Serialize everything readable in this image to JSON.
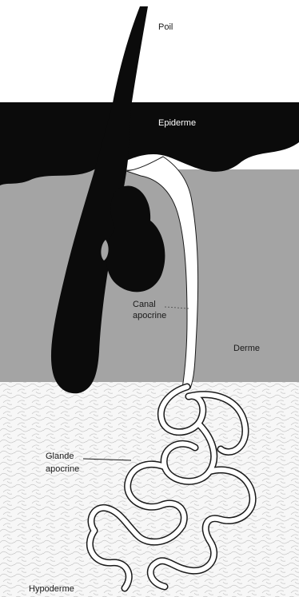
{
  "labels": {
    "poil": "Poil",
    "epiderme": "Epiderme",
    "canal_apocrine_line1": "Canal",
    "canal_apocrine_line2": "apocrine",
    "derme": "Derme",
    "glande_apocrine_line1": "Glande",
    "glande_apocrine_line2": "apocrine",
    "hypoderme": "Hypoderme"
  },
  "colors": {
    "epidermis_hair": "#0b0b0b",
    "dermis": "#a4a4a4",
    "hypodermis": "#f7f7f7",
    "duct_gland_fill": "#ffffff",
    "outline": "#1a1a1a"
  }
}
